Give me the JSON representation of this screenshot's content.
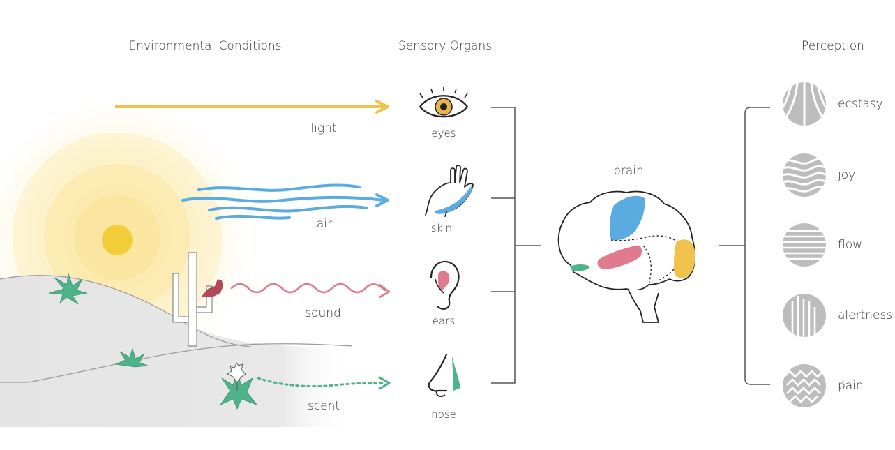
{
  "headers": {
    "environment": "Environmental Conditions",
    "sensory": "Sensory Organs",
    "perception": "Perception"
  },
  "stimuli": [
    {
      "label": "light",
      "color": "#f0c24b",
      "style": "solid"
    },
    {
      "label": "air",
      "color": "#5aace0",
      "style": "wavy-lines"
    },
    {
      "label": "sound",
      "color": "#e07b8e",
      "style": "wave"
    },
    {
      "label": "scent",
      "color": "#4fb38a",
      "style": "dotted"
    }
  ],
  "organs": [
    {
      "label": "eyes",
      "icon": "eye-icon"
    },
    {
      "label": "skin",
      "icon": "hand-icon"
    },
    {
      "label": "ears",
      "icon": "ear-icon"
    },
    {
      "label": "nose",
      "icon": "nose-icon"
    }
  ],
  "brain": {
    "label": "brain",
    "icon": "brain-icon"
  },
  "perceptions": [
    {
      "label": "ecstasy",
      "icon": "ecstasy-icon"
    },
    {
      "label": "joy",
      "icon": "joy-icon"
    },
    {
      "label": "flow",
      "icon": "flow-icon"
    },
    {
      "label": "alertness",
      "icon": "alertness-icon"
    },
    {
      "label": "pain",
      "icon": "pain-icon"
    }
  ],
  "colors": {
    "sun": "#f2cf3a",
    "sun_glow": "#fbefb8",
    "ground": "#e6e6e6",
    "plant": "#4fb38a",
    "bird": "#b24a5a",
    "bracket": "#555555",
    "perception_icon": "#bbbbbb"
  }
}
